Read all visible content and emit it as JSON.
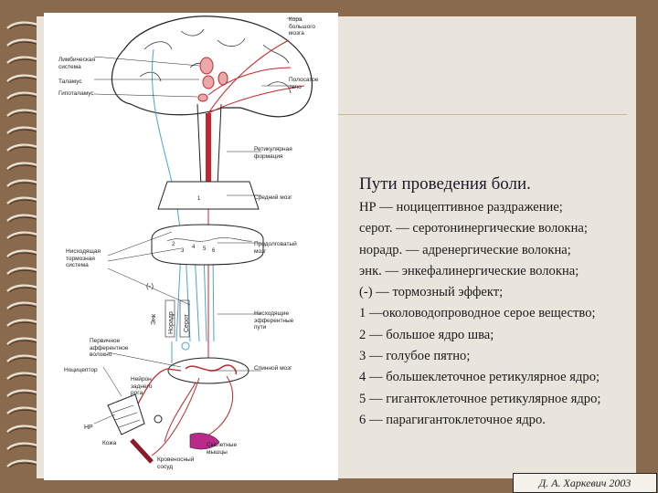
{
  "colors": {
    "background": "#8a6a4c",
    "slide": "#e9e5dd",
    "pathway_red": "#c0282d",
    "pathway_blue": "#4aa3d9"
  },
  "diagram": {
    "labels": {
      "cortex": "Кора большого мозга",
      "limbic": "Лимбическая система",
      "thalamus": "Таламус",
      "hypothalamus": "Гипоталамус",
      "striatum": "Полосатое тело",
      "reticular": "Ретикулярная формация",
      "midbrain": "Средний мозг",
      "medulla": "Продолговатый мозг",
      "descending_inhibitory": "Нисходящая тормозная система",
      "descending_efferent": "Нисходящие эфферентные пути",
      "primary_afferent": "Первичное афферентное волокно",
      "receptor": "Ноцицептор",
      "dorsal_horn": "Нейрон заднего рога",
      "spinal_cord": "Спинной мозг",
      "skin": "Кожа",
      "muscle": "Скелетные мышцы",
      "vessel": "Кровеносный сосуд",
      "np": "НР",
      "enk": "Энк",
      "noradr": "Норадр",
      "serot": "Серот",
      "inhibit": "(-)",
      "nums": [
        "1",
        "2",
        "3",
        "4",
        "5",
        "6"
      ]
    }
  },
  "text": {
    "title": "Пути проведения боли.",
    "lines": [
      "НР — ноцицептивное раздражение;",
      "серот. — серотонинергические волокна;",
      "норадр. — адренергические волокна;",
      "энк. — энкефалинергические волокна;",
      "(-) — тормозный эффект;",
      "1 —околоводопроводное серое вещество;",
      "2 — большое ядро шва;",
      "3 — голубое пятно;",
      "4 — большеклеточное ретикулярное ядро;",
      "5 — гигантоклеточное ретикулярное ядро;",
      "6 — парагигантоклеточное ядро."
    ]
  },
  "footer": {
    "author": "Д. А. Харкевич 2003"
  }
}
